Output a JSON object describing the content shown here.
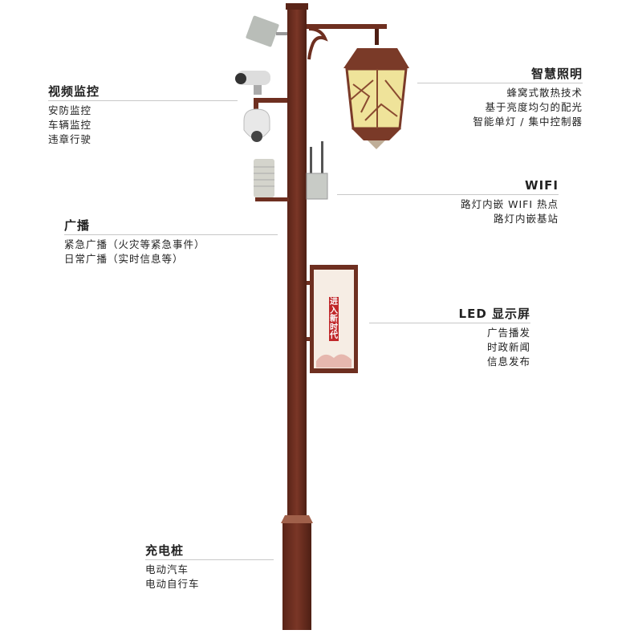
{
  "sections": {
    "video": {
      "title": "视频监控",
      "items": [
        "安防监控",
        "车辆监控",
        "违章行驶"
      ]
    },
    "broadcast": {
      "title": "广播",
      "items": [
        "紧急广播（火灾等紧急事件）",
        "日常广播（实时信息等）"
      ]
    },
    "lighting": {
      "title": "智慧照明",
      "items": [
        "蜂窝式散热技术",
        "基于亮度均匀的配光",
        "智能单灯 / 集中控制器"
      ]
    },
    "wifi": {
      "title": "WIFI",
      "items": [
        "路灯内嵌 WIFI 热点",
        "路灯内嵌基站"
      ]
    },
    "led": {
      "title": "LED 显示屏",
      "items": [
        "广告播发",
        "时政新闻",
        "信息发布"
      ]
    },
    "charging": {
      "title": "充电桩",
      "items": [
        "电动汽车",
        "电动自行车"
      ]
    }
  },
  "poster_text": "进入新时代",
  "colors": {
    "pole": "#6e2f20",
    "lamp_glass": "#efe39a",
    "poster_red": "#c0282a"
  }
}
